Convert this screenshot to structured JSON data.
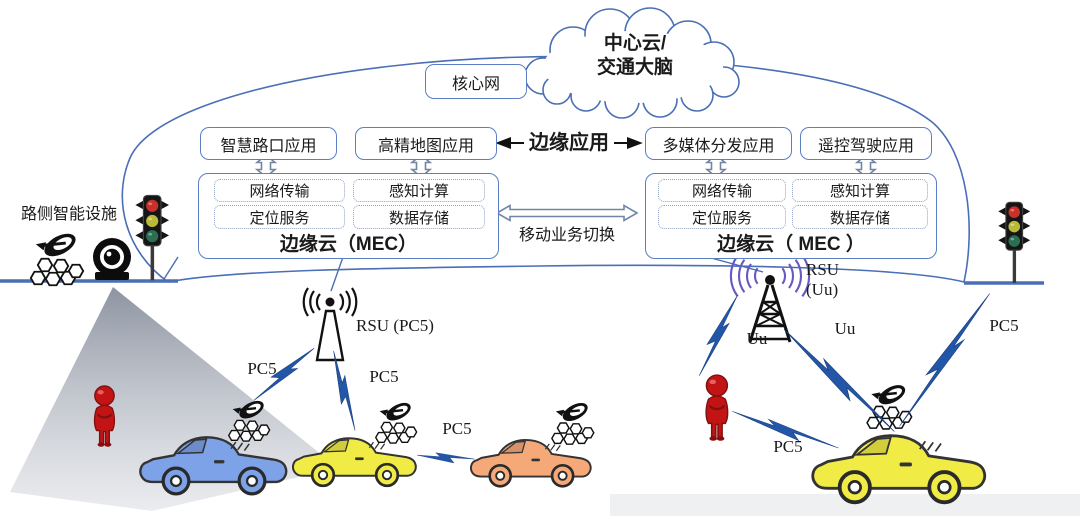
{
  "cloud": {
    "line1": "中心云/",
    "line2": "交通大脑"
  },
  "core_network_label": "核心网",
  "apps": {
    "left": [
      "智慧路口应用",
      "高精地图应用"
    ],
    "center": "边缘应用",
    "right": [
      "多媒体分发应用",
      "遥控驾驶应用"
    ]
  },
  "mec_left": {
    "services": [
      "网络传输",
      "感知计算",
      "定位服务",
      "数据存储"
    ],
    "title": "边缘云（MEC）"
  },
  "mec_right": {
    "services": [
      "网络传输",
      "感知计算",
      "定位服务",
      "数据存储"
    ],
    "title": "边缘云（ MEC ）"
  },
  "handover_label": "移动业务切换",
  "roadside_label": "路侧智能设施",
  "links": {
    "rsu_pc5": "RSU (PC5)",
    "rsu_uu_1": "RSU",
    "rsu_uu_2": "(Uu)",
    "pc5_a": "PC5",
    "pc5_b": "PC5",
    "pc5_c": "PC5",
    "pc5_d": "PC5",
    "pc5_e": "PC5",
    "uu_a": "Uu",
    "uu_b": "Uu"
  },
  "colors": {
    "box_border": "#5b7fc4",
    "ground_blue": "#4a6fb5",
    "bolt_blue": "#2456a8",
    "wave_purple": "#6a58c2",
    "car_blue": "#7da2e8",
    "car_yellow": "#f0ec45",
    "car_orange": "#f5a878",
    "person_red": "#c21414"
  }
}
